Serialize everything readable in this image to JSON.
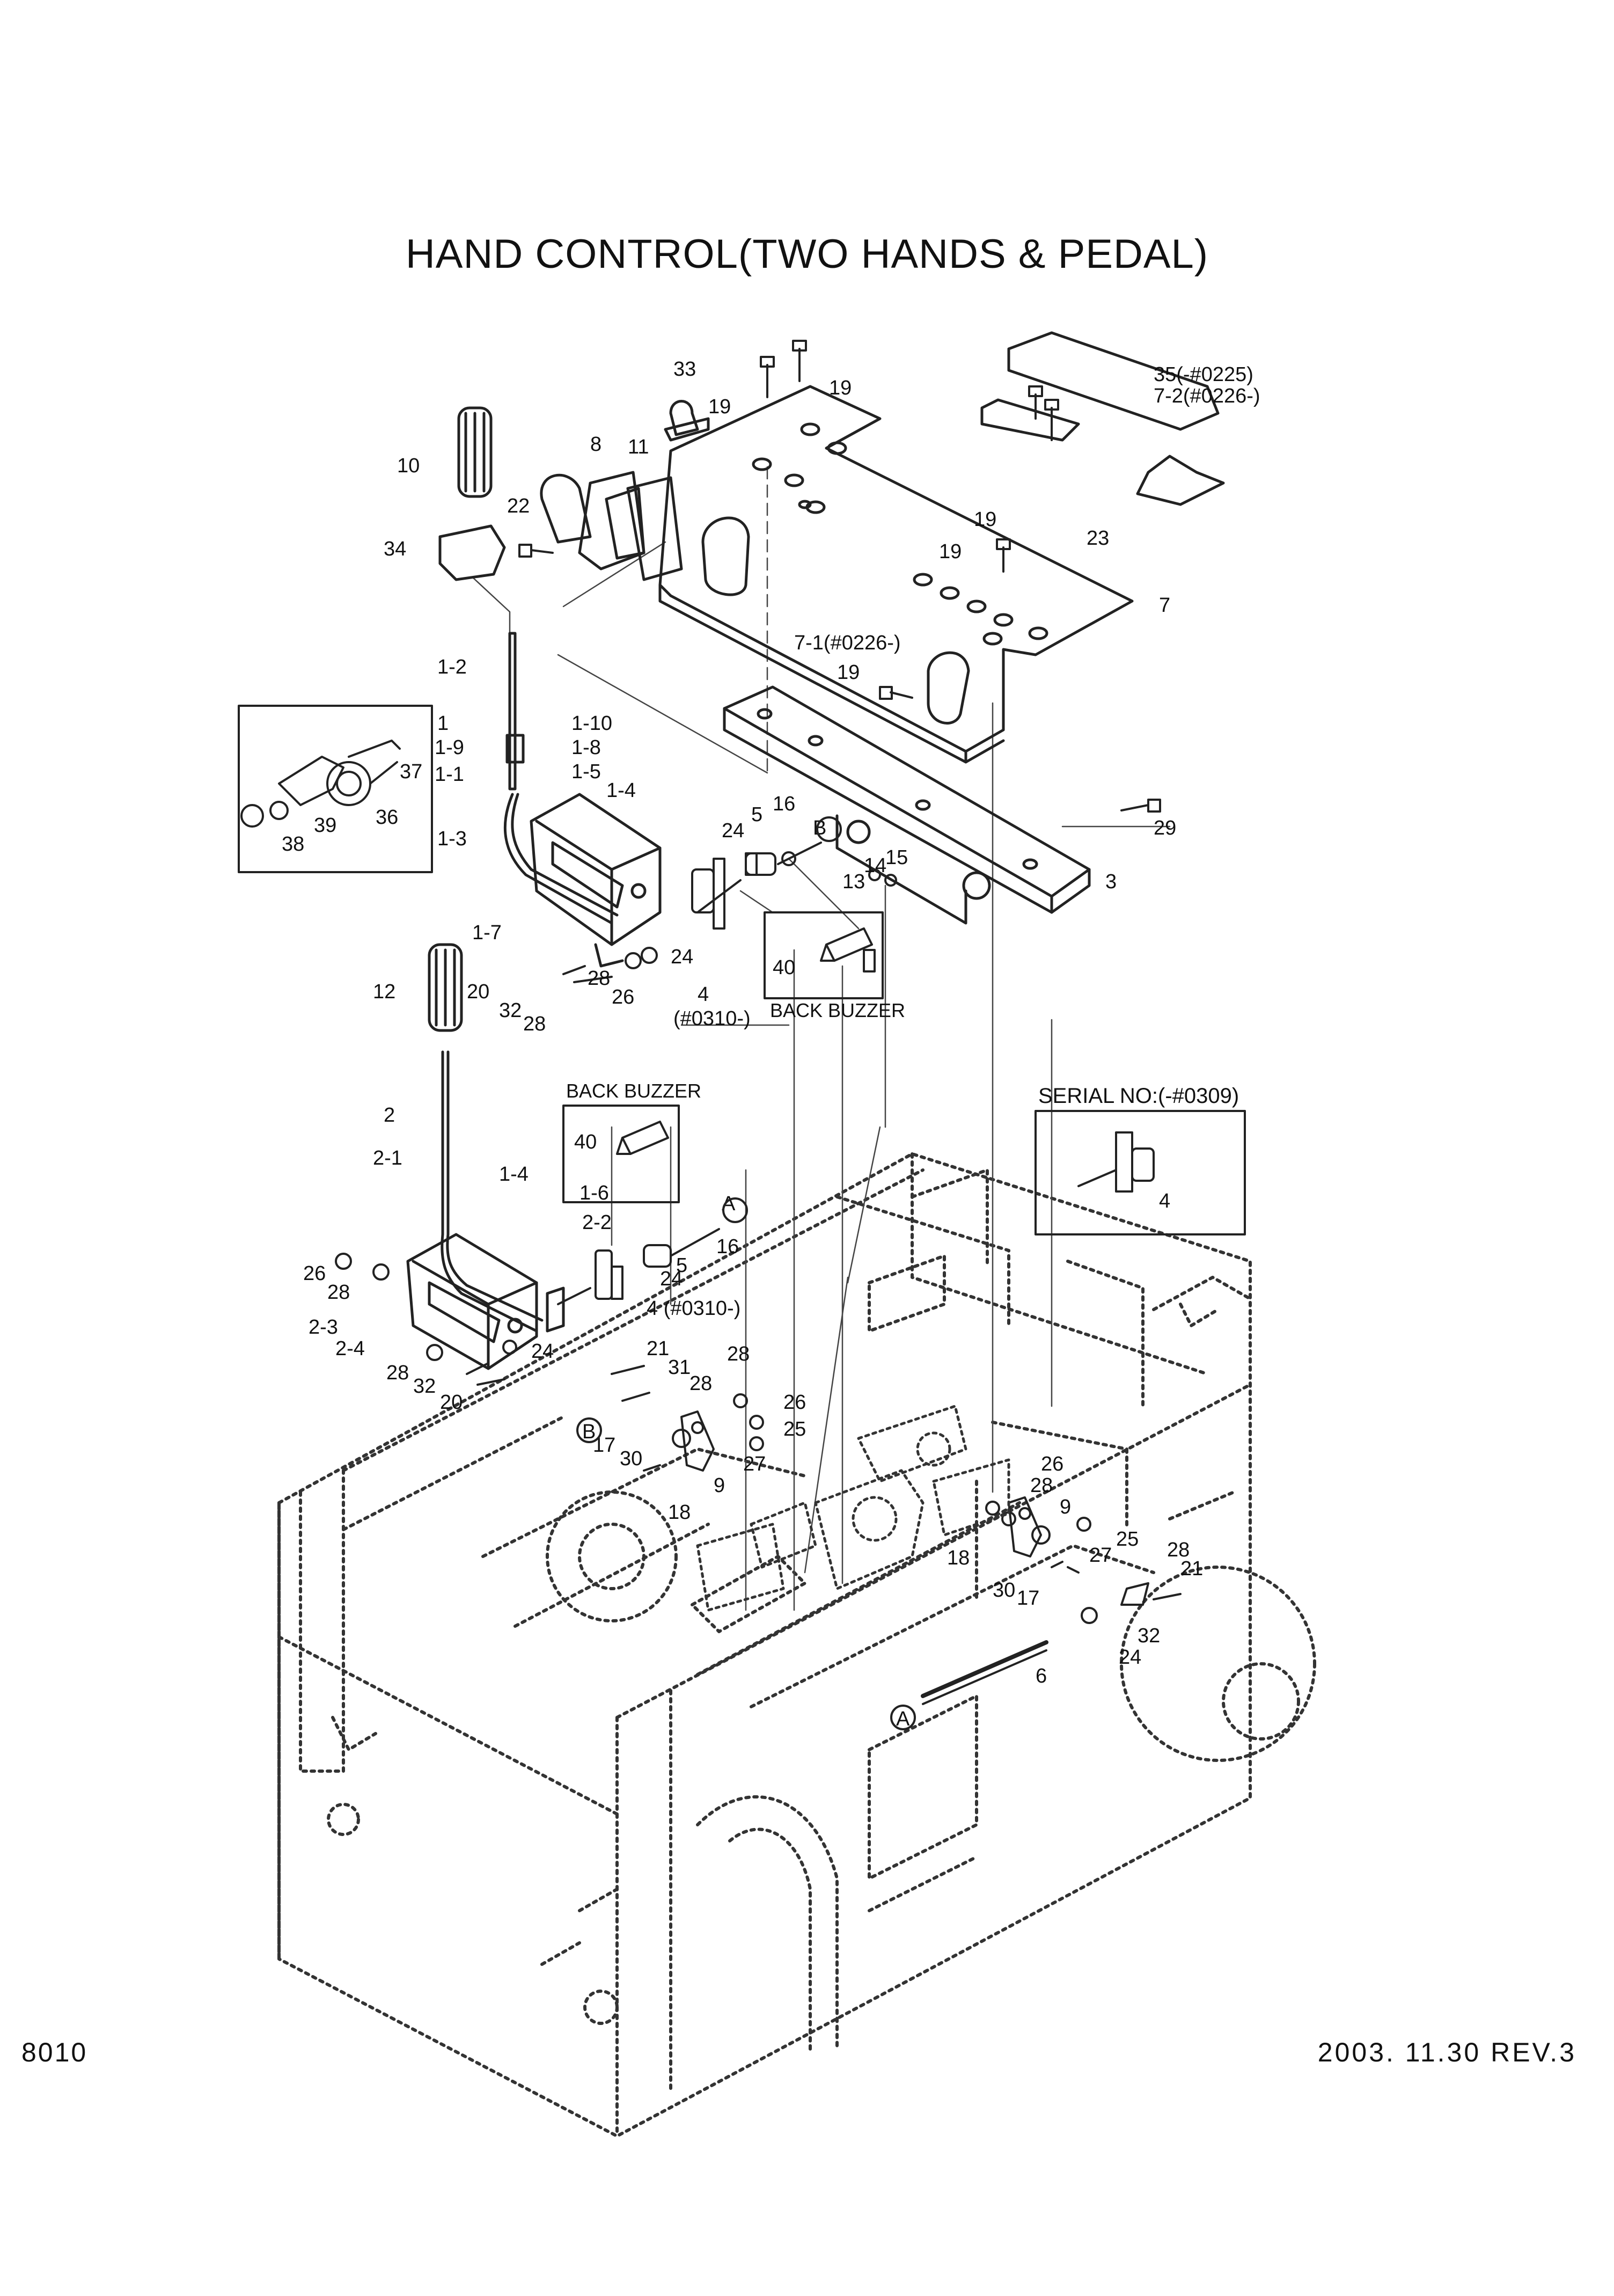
{
  "title": "HAND CONTROL(TWO HANDS & PEDAL)",
  "page_code": "8010",
  "revision": "2003. 11.30  REV.3",
  "boxes": {
    "back_buzzer_upper": "BACK BUZZER",
    "back_buzzer_lower": "BACK BUZZER",
    "serial_note": "SERIAL NO:(-#0309)"
  },
  "callouts": [
    "33",
    "19",
    "19",
    "35(-#0225)",
    "7-2(#0226-)",
    "8",
    "11",
    "10",
    "22",
    "34",
    "19",
    "23",
    "19",
    "7",
    "7-1(#0226-)",
    "19",
    "1-2",
    "1",
    "1-10",
    "1-9",
    "1-8",
    "37",
    "1-1",
    "1-5",
    "1-4",
    "39",
    "36",
    "38",
    "1-3",
    "5",
    "16",
    "B",
    "29",
    "24",
    "15",
    "14",
    "3",
    "13",
    "1-7",
    "40",
    "24",
    "28",
    "20",
    "26",
    "4",
    "32",
    "28",
    "(#0310-)",
    "12",
    "2",
    "40",
    "2-1",
    "1-4",
    "1-6",
    "4",
    "A",
    "2-2",
    "26",
    "28",
    "16",
    "5",
    "24",
    "2-3",
    "4 (#0310-)",
    "24",
    "2-4",
    "28",
    "32",
    "20",
    "21",
    "28",
    "31",
    "28",
    "26",
    "25",
    "B",
    "17",
    "30",
    "27",
    "9",
    "18",
    "26",
    "28",
    "9",
    "25",
    "27",
    "28",
    "18",
    "30",
    "17",
    "21",
    "32",
    "24",
    "6",
    "A"
  ]
}
